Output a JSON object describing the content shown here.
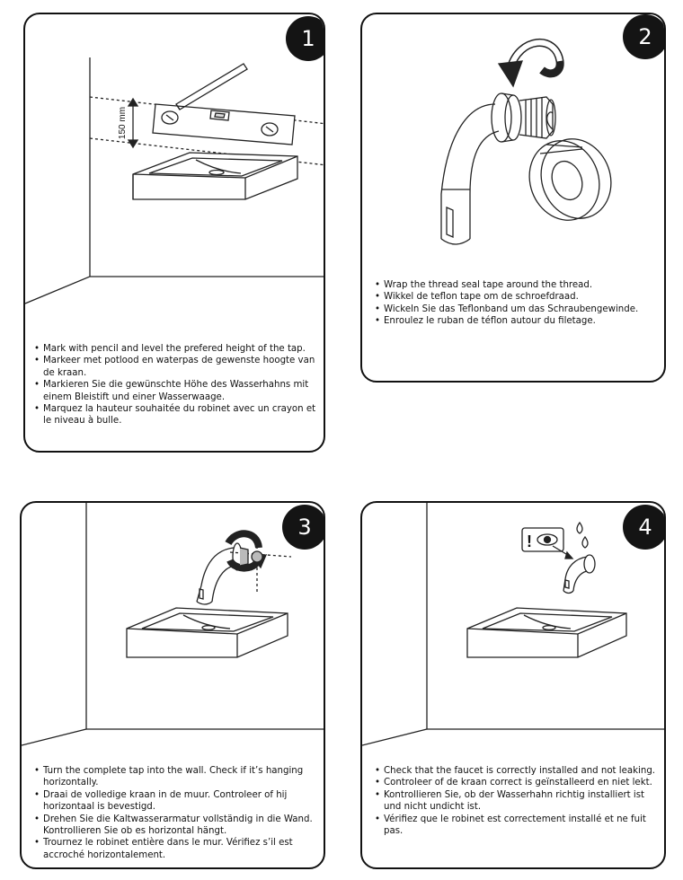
{
  "steps": [
    {
      "number": "1",
      "measure_label": "150 mm",
      "lines": [
        "Mark with pencil and level the prefered height of the tap.",
        "Markeer met potlood en waterpas de gewenste hoogte van de kraan.",
        "Markieren Sie die gewünschte Höhe des Wasserhahns mit einem Bleistift und einer Wasserwaage.",
        "Marquez la hauteur souhaitée du robinet avec un crayon et le niveau à bulle."
      ]
    },
    {
      "number": "2",
      "lines": [
        "Wrap the thread seal tape around the thread.",
        "Wikkel de teflon tape om de schroefdraad.",
        "Wickeln Sie das Teflonband um das Schraubengewinde.",
        "Enroulez le ruban de téflon autour du filetage."
      ]
    },
    {
      "number": "3",
      "lines": [
        "Turn the complete tap into the wall. Check if it’s hanging horizontally.",
        "Draai de volledige kraan in de muur. Controleer of hij horizontaal is bevestigd.",
        "Drehen Sie die Kaltwasserarmatur vollständig in die Wand. Kontrollieren Sie ob es horizontal hängt.",
        "Trournez le robinet entière dans le mur. Vérifiez s’il est accroché horizontalement."
      ]
    },
    {
      "number": "4",
      "warning_glyph": "!",
      "lines": [
        "Check that the faucet is correctly installed and not leaking.",
        "Controleer of de kraan correct is geïnstalleerd en niet lekt.",
        "Kontrollieren Sie, ob der Wasserhahn richtig installiert ist und nicht undicht ist.",
        "Vérifiez que le robinet est correctement installé et ne fuit pas."
      ]
    }
  ]
}
